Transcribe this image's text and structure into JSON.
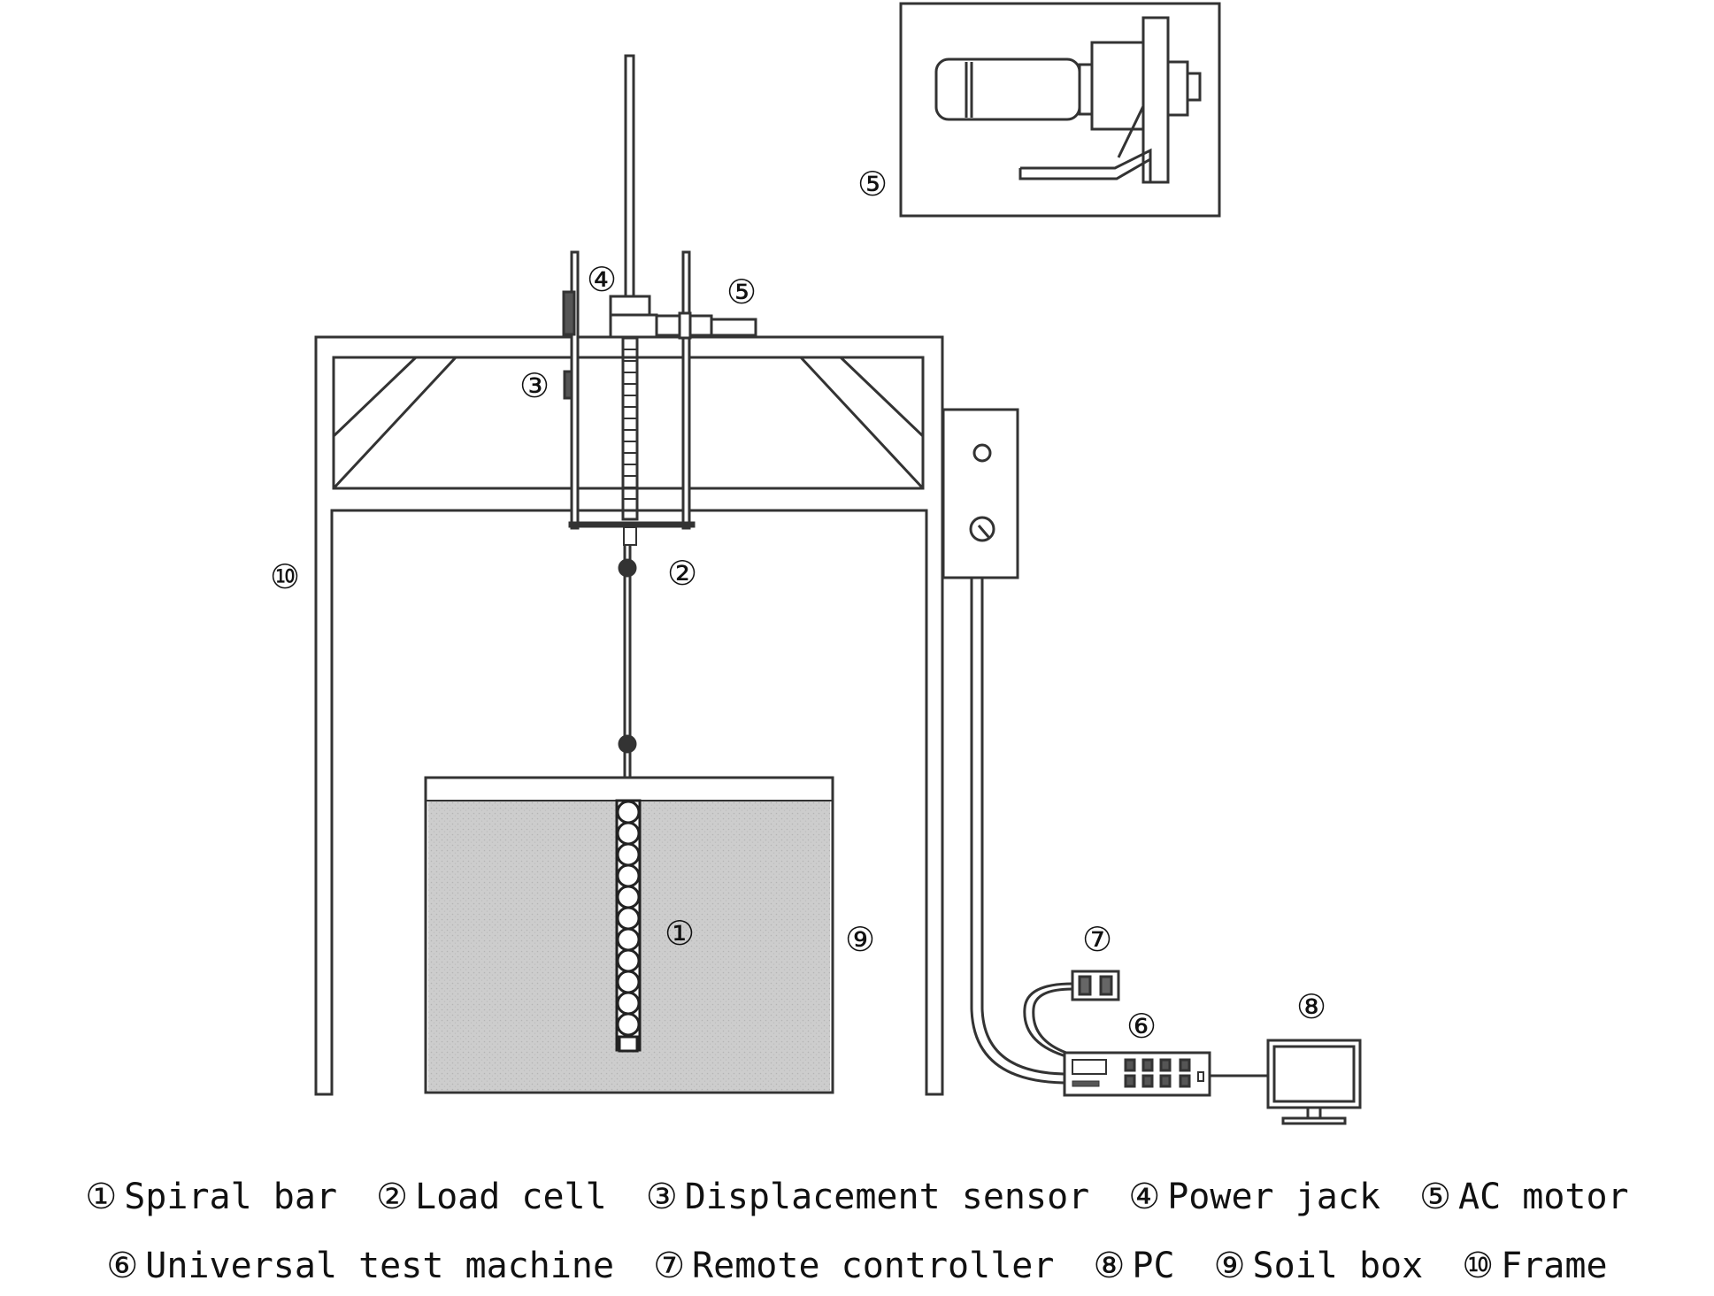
{
  "callouts": {
    "c1": "①",
    "c2": "②",
    "c3": "③",
    "c4": "④",
    "c5_top": "⑤",
    "c5_inset": "⑤",
    "c6": "⑥",
    "c7": "⑦",
    "c8": "⑧",
    "c9": "⑨",
    "c10": "⑩"
  },
  "legend": {
    "row1": [
      {
        "num": "①",
        "label": "Spiral bar"
      },
      {
        "num": "②",
        "label": "Load cell"
      },
      {
        "num": "③",
        "label": "Displacement sensor"
      },
      {
        "num": "④",
        "label": "Power jack"
      },
      {
        "num": "⑤",
        "label": "AC motor"
      }
    ],
    "row2": [
      {
        "num": "⑥",
        "label": "Universal test machine"
      },
      {
        "num": "⑦",
        "label": "Remote controller"
      },
      {
        "num": "⑧",
        "label": "PC"
      },
      {
        "num": "⑨",
        "label": "Soil box"
      },
      {
        "num": "⑩",
        "label": "Frame"
      }
    ]
  },
  "colors": {
    "line": "#333333",
    "soil": "#c9c9c9",
    "background": "#ffffff"
  }
}
